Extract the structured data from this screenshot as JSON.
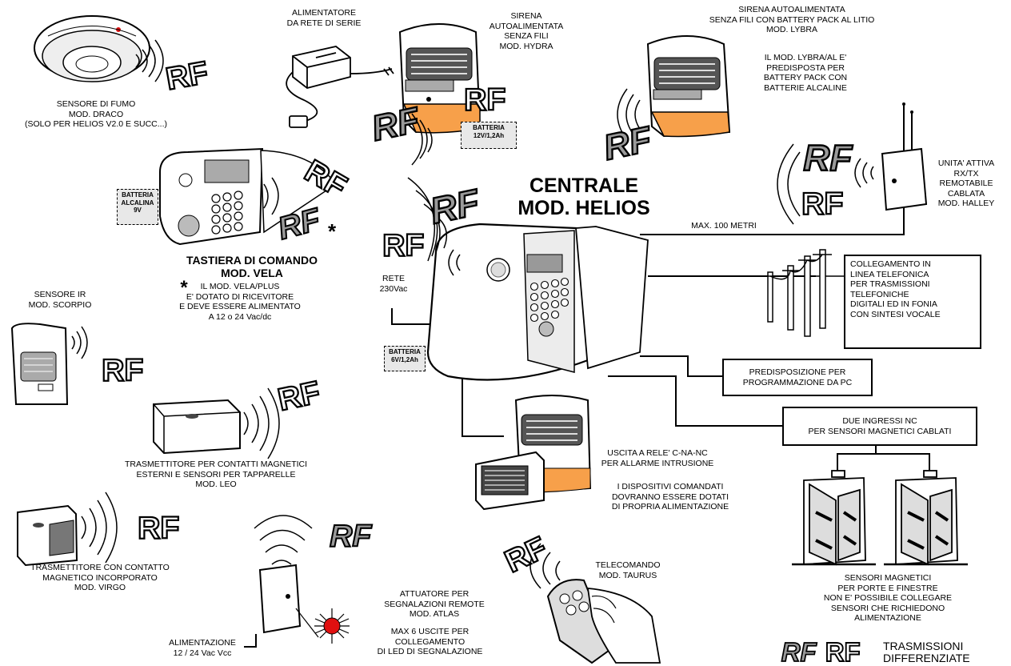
{
  "title": {
    "line1": "CENTRALE",
    "line2": "MOD. HELIOS"
  },
  "rf_badge": "RF",
  "labels": {
    "alimentatore": "ALIMENTATORE\nDA RETE DI SERIE",
    "sirena_hydra": "SIRENA\nAUTOALIMENTATA\nSENZA FILI\nMOD. HYDRA",
    "sirena_lybra": "SIRENA  AUTOALIMENTATA\nSENZA FILI  CON BATTERY PACK AL LITIO\nMOD. LYBRA",
    "lybra_note": "IL MOD. LYBRA/AL E'\nPREDISPOSTA PER\nBATTERY PACK CON\nBATTERIE ALCALINE",
    "sensore_fumo": "SENSORE DI FUMO\nMOD. DRACO\n(SOLO PER HELIOS V2.0 E SUCC...)",
    "unita_attiva": "UNITA' ATTIVA\nRX/TX\nREMOTABILE\nCABLATA\nMOD. HALLEY",
    "max_100": "MAX. 100 METRI",
    "tastiera_title": "TASTIERA DI COMANDO\nMOD. VELA",
    "tastiera_note": "IL MOD. VELA/PLUS\nE' DOTATO DI RICEVITORE\nE DEVE ESSERE ALIMENTATO\nA 12 o 24 Vac/dc",
    "asterisk": "*",
    "rete": "RETE\n230Vac",
    "sensore_ir": "SENSORE IR\nMOD. SCORPIO",
    "trasmettitore_leo": "TRASMETTITORE PER CONTATTI MAGNETICI\nESTERNI E SENSORI PER TAPPARELLE\nMOD. LEO",
    "uscita_rele": "USCITA A RELE' C-NA-NC\nPER ALLARME INTRUSIONE",
    "dispositivi_note": "I DISPOSITIVI COMANDATI\nDOVRANNO ESSERE DOTATI\nDI PROPRIA ALIMENTAZIONE",
    "trasmettitore_virgo": "TRASMETTITORE CON CONTATTO\nMAGNETICO INCORPORATO\nMOD. VIRGO",
    "attuatore": "ATTUATORE PER\nSEGNALAZIONI REMOTE\nMOD. ATLAS",
    "max6": "MAX 6 USCITE PER\nCOLLEGAMENTO\nDI LED DI SEGNALAZIONE",
    "alimentazione": "ALIMENTAZIONE\n12 / 24 Vac Vcc",
    "telecomando": "TELECOMANDO\nMOD. TAURUS",
    "sensori_magnetici": "SENSORI MAGNETICI\nPER PORTE E FINESTRE\nNON E' POSSIBILE COLLEGARE\nSENSORI CHE RICHIEDONO\nALIMENTAZIONE"
  },
  "batteries": {
    "hydra": "BATTERIA\n12V/1,2Ah",
    "vela": "BATTERIA\nALCALINA\n9V",
    "helios": "BATTERIA\n6V/1,2Ah"
  },
  "boxes": {
    "linea_telefonica": "COLLEGAMENTO IN\nLINEA TELEFONICA\nPER TRASMISSIONI\nTELEFONICHE\nDIGITALI ED IN FONIA\nCON SINTESI VOCALE",
    "pc": "PREDISPOSIZIONE PER\nPROGRAMMAZIONE DA PC",
    "ingressi": "DUE INGRESSI NC\nPER SENSORI MAGNETICI CABLATI"
  },
  "legend": {
    "text": "TRASMISSIONI\nDIFFERENZIATE"
  },
  "colors": {
    "orange": "#f7a04a",
    "grey_device": "#d9d9d9",
    "led_red": "#e01010"
  }
}
